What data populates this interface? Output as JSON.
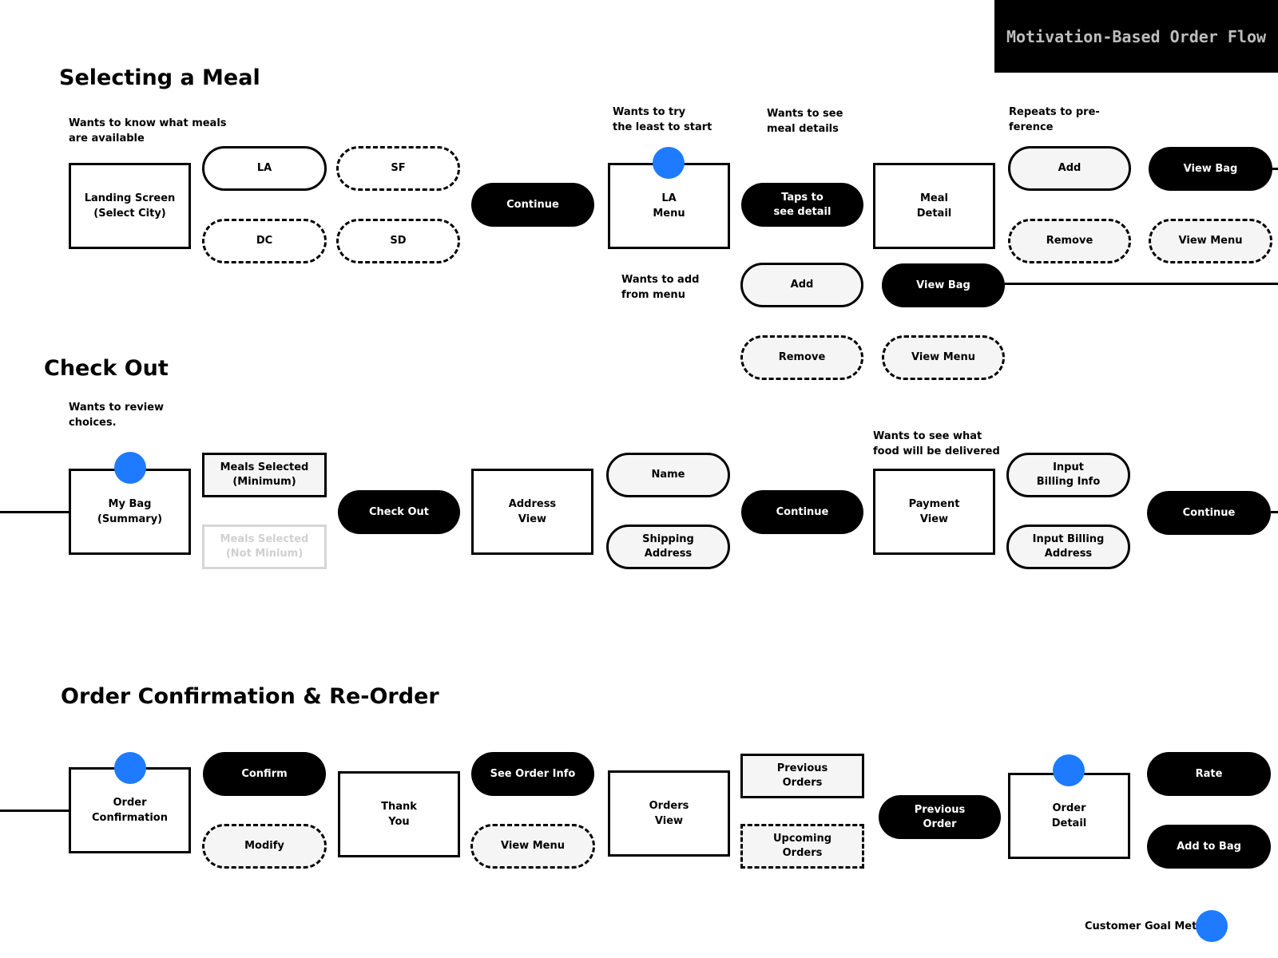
{
  "banner_title": "Motivation-Based Order Flow",
  "accent_color": "#1e7bff",
  "sections": {
    "selecting": {
      "title": "Selecting a Meal",
      "notes": {
        "meals_available": "Wants to know what meals\nare available",
        "try_least": "Wants to try\nthe least to start",
        "see_details": "Wants to see\nmeal details",
        "repeats": "Repeats to pre-\nference",
        "add_from_menu": "Wants to add\nfrom menu"
      },
      "landing_screen": "Landing Screen\n(Select City)",
      "cities": [
        "LA",
        "SF",
        "DC",
        "SD"
      ],
      "continue": "Continue",
      "la_menu": "LA\nMenu",
      "taps_detail": "Taps to\nsee detail",
      "meal_detail": "Meal\nDetail",
      "detail_add": "Add",
      "detail_view_bag": "View Bag",
      "detail_remove": "Remove",
      "detail_view_menu": "View Menu",
      "menu_add": "Add",
      "menu_view_bag": "View Bag",
      "menu_remove": "Remove",
      "menu_view_menu": "View Menu"
    },
    "checkout": {
      "title": "Check Out",
      "notes": {
        "review": "Wants to review\nchoices.",
        "delivered": "Wants to see what\nfood will be delivered"
      },
      "my_bag": "My Bag\n(Summary)",
      "meals_min": "Meals Selected\n(Minimum)",
      "meals_not_min": "Meals Selected\n(Not Minium)",
      "check_out": "Check Out",
      "address_view": "Address\nView",
      "name": "Name",
      "shipping": "Shipping\nAddress",
      "continue1": "Continue",
      "payment_view": "Payment\nView",
      "billing_info": "Input\nBilling Info",
      "billing_address": "Input Billing\nAddress",
      "continue2": "Continue"
    },
    "confirmation": {
      "title": "Order Confirmation & Re-Order",
      "order_confirmation": "Order\nConfirmation",
      "confirm": "Confirm",
      "modify": "Modify",
      "thank_you": "Thank\nYou",
      "see_order_info": "See Order Info",
      "view_menu": "View Menu",
      "orders_view": "Orders\nView",
      "previous_orders": "Previous\nOrders",
      "upcoming_orders": "Upcoming\nOrders",
      "previous_order": "Previous\nOrder",
      "order_detail": "Order\nDetail",
      "rate": "Rate",
      "add_to_bag": "Add to Bag"
    }
  },
  "legend": {
    "label": "Customer Goal Met"
  }
}
